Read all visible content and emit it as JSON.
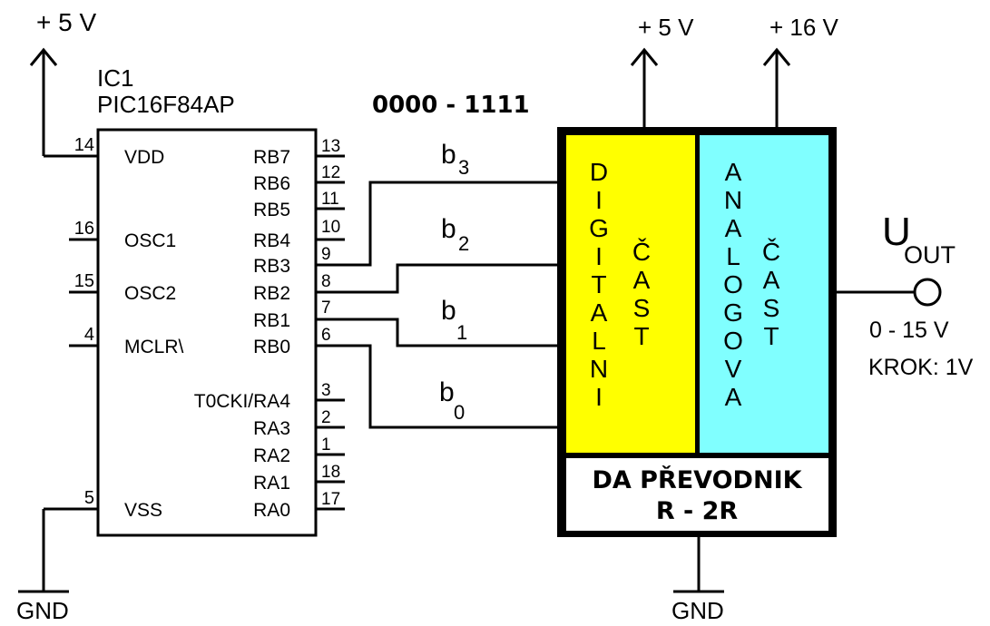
{
  "power": {
    "mcu_vcc": "+ 5 V",
    "dac_vcc": "+ 5 V",
    "dac_vcc2": "+ 16 V",
    "gnd_left": "GND",
    "gnd_right": "GND"
  },
  "ic": {
    "ref": "IC1",
    "part": "PIC16F84AP",
    "left_pins": [
      {
        "num": "14",
        "name": "VDD"
      },
      {
        "num": "16",
        "name": "OSC1"
      },
      {
        "num": "15",
        "name": "OSC2"
      },
      {
        "num": "4",
        "name": "MCLR\\"
      },
      {
        "num": "5",
        "name": "VSS"
      }
    ],
    "right_pins": [
      {
        "num": "13",
        "name": "RB7"
      },
      {
        "num": "12",
        "name": "RB6"
      },
      {
        "num": "11",
        "name": "RB5"
      },
      {
        "num": "10",
        "name": "RB4"
      },
      {
        "num": "9",
        "name": "RB3"
      },
      {
        "num": "8",
        "name": "RB2"
      },
      {
        "num": "7",
        "name": "RB1"
      },
      {
        "num": "6",
        "name": "RB0"
      },
      {
        "num": "3",
        "name": "T0CKI/RA4"
      },
      {
        "num": "2",
        "name": "RA3"
      },
      {
        "num": "1",
        "name": "RA2"
      },
      {
        "num": "18",
        "name": "RA1"
      },
      {
        "num": "17",
        "name": "RA0"
      }
    ]
  },
  "bus": {
    "range": "0000 - 1111",
    "bits": [
      {
        "letter": "b",
        "sub": "3"
      },
      {
        "letter": "b",
        "sub": "2"
      },
      {
        "letter": "b",
        "sub": "1"
      },
      {
        "letter": "b",
        "sub": "0"
      }
    ]
  },
  "dac": {
    "digital_word": "DIGITALNI",
    "analog_word": "ANALOGOVA",
    "part_word": "ČAST",
    "title_line1": "DA PŘEVODNIK",
    "title_line2": "R - 2R",
    "colors": {
      "digital": "#ffff00",
      "analog": "#80ffff"
    }
  },
  "output": {
    "label_main": "U",
    "label_sub": "OUT",
    "range": "0 - 15 V",
    "step": "KROK: 1V"
  }
}
